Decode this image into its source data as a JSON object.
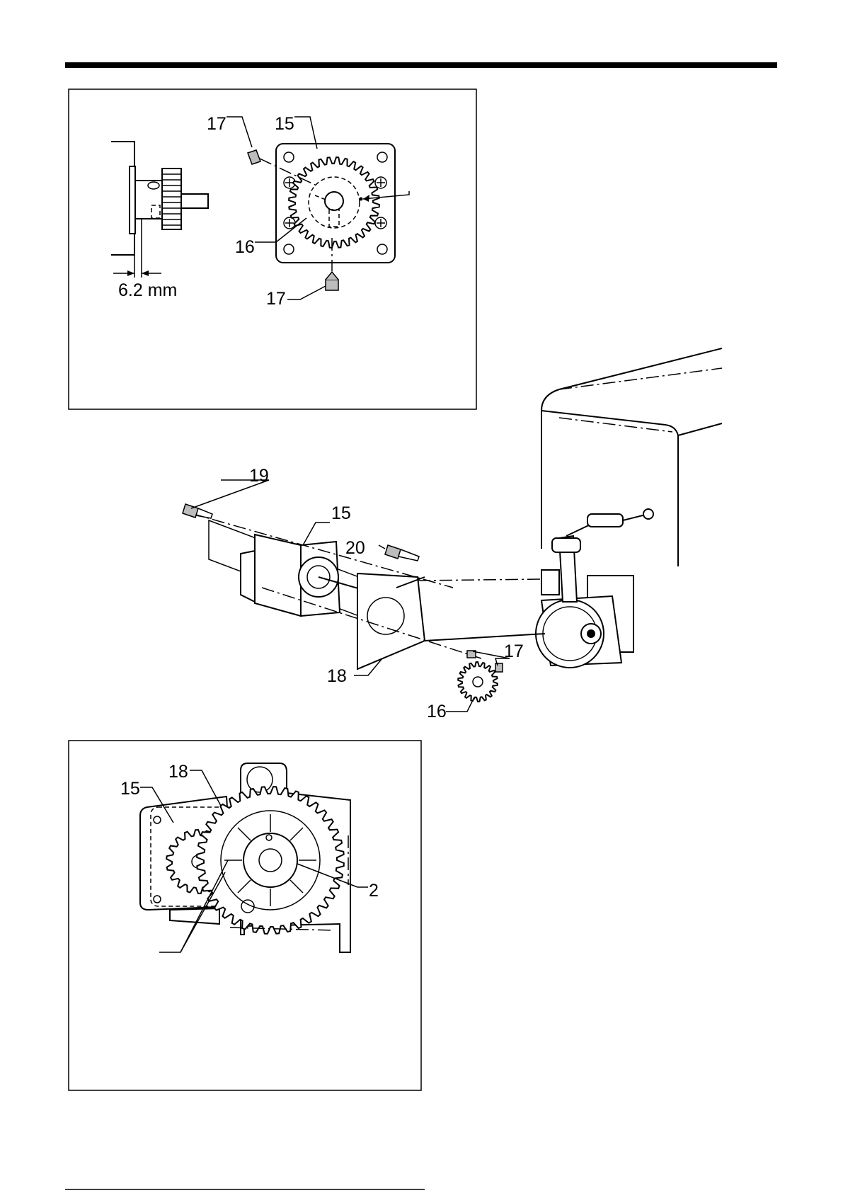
{
  "labels": {
    "top_17a": "17",
    "top_15": "15",
    "top_16": "16",
    "top_17b": "17",
    "top_dim": "6.2 mm",
    "mid_19": "19",
    "mid_15": "15",
    "mid_20": "20",
    "mid_18": "18",
    "mid_17": "17",
    "mid_16": "16",
    "bot_18": "18",
    "bot_15": "15",
    "bot_2": "2"
  }
}
